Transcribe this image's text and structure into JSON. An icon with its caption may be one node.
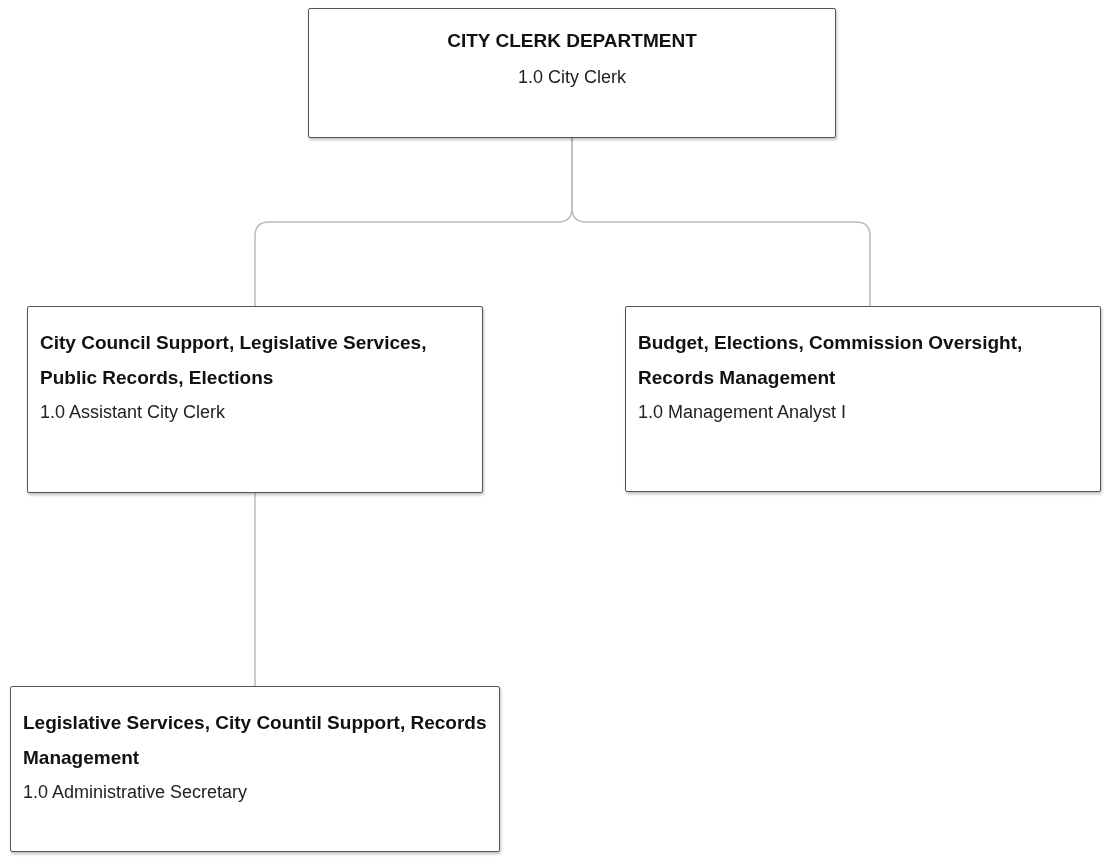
{
  "diagram": {
    "nodes": [
      {
        "text": [
          "CITY CLERK DEPARTMENT",
          "1.0 City Clerk"
        ]
      },
      {
        "text": [
          "City Council Support, Legislative Services, Public Records, Elections",
          "1.0 Assistant City Clerk"
        ]
      },
      {
        "text": [
          "Budget, Elections, Commission Oversight, Records Management",
          "1.0 Management Analyst I"
        ]
      },
      {
        "text": [
          "Legislative Services, City Countil Support, Records Management",
          "1.0 Administrative Secretary"
        ]
      }
    ],
    "edges": [
      {
        "from": 0,
        "to": 1,
        "arrow": "none"
      },
      {
        "from": 0,
        "to": 2,
        "arrow": "none"
      },
      {
        "from": 1,
        "to": 3,
        "arrow": "none"
      }
    ]
  }
}
